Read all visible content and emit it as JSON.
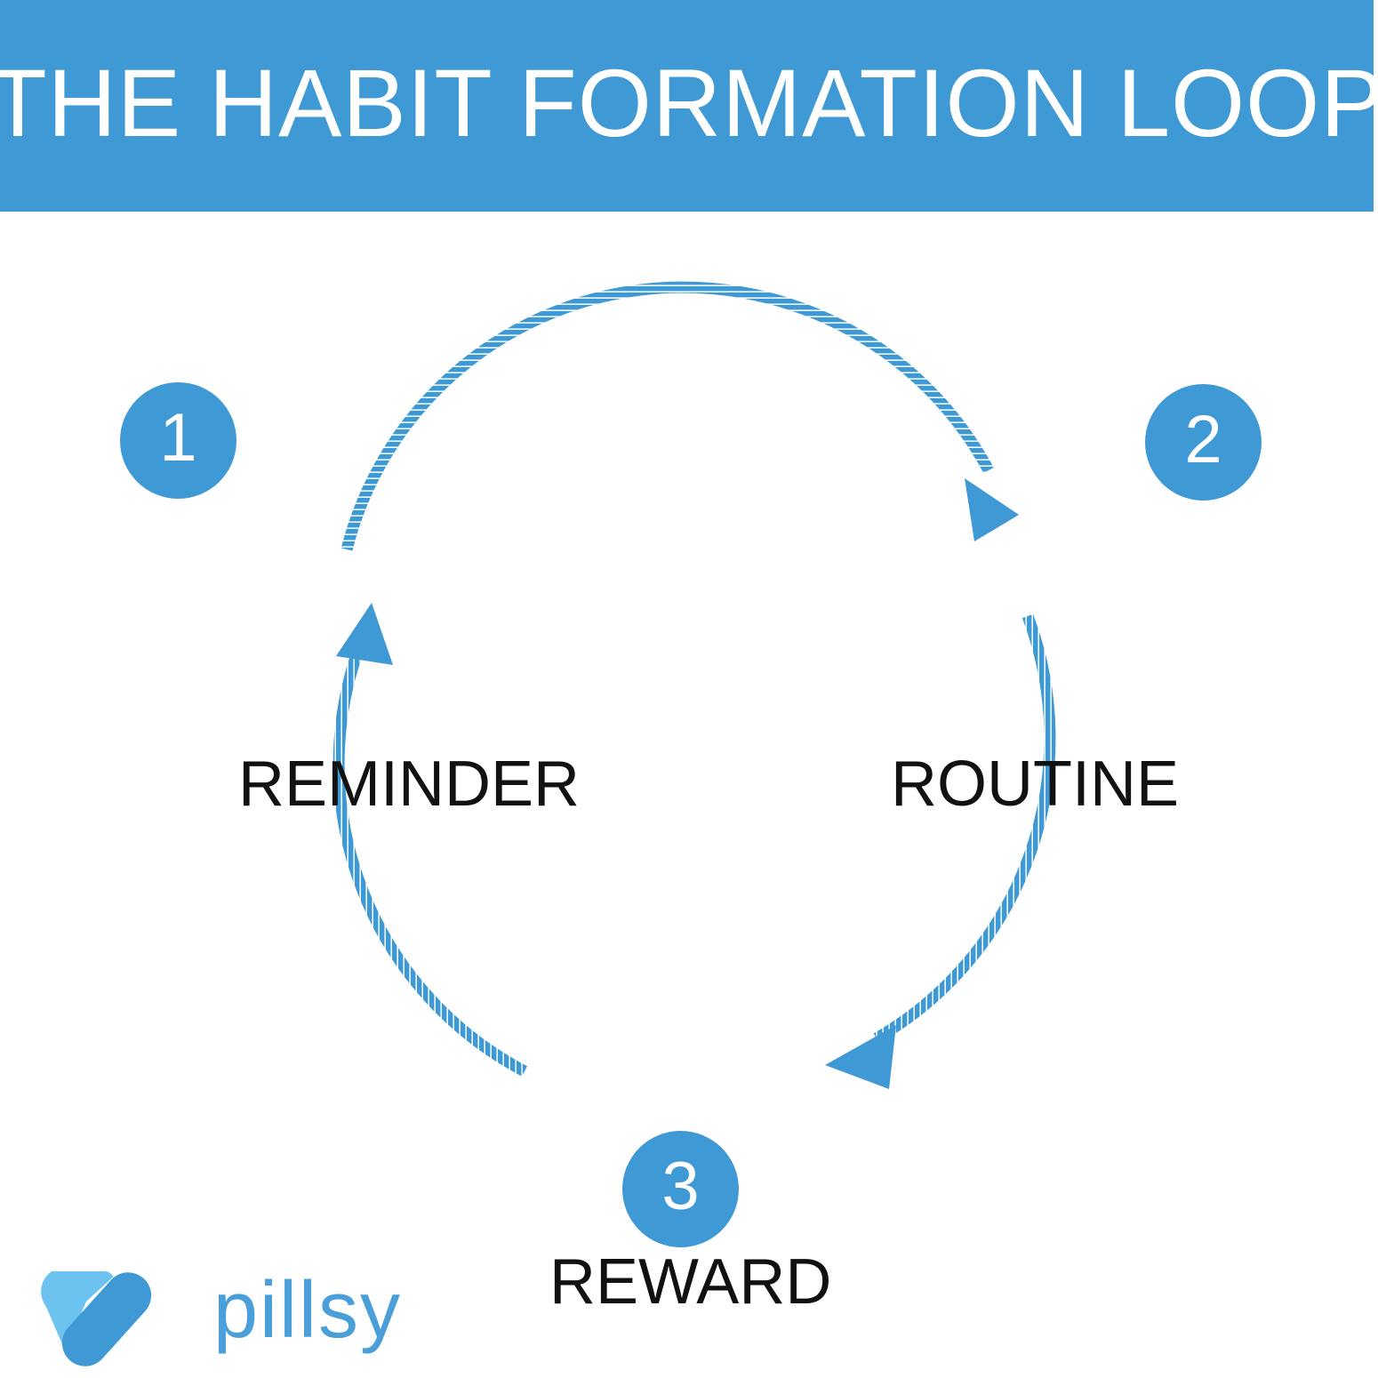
{
  "header": {
    "title": "THE HABIT FORMATION LOOP",
    "background_color": "#3f99d4",
    "text_color": "#ffffff"
  },
  "theme": {
    "accent_blue": "#3f99d4",
    "logo_light_blue": "#6dc3ef",
    "logo_dark_blue": "#3f99d4",
    "wordmark_blue": "#4a9fd8",
    "label_black": "#111111",
    "page_background": "#ffffff"
  },
  "diagram": {
    "type": "cycle",
    "stages": [
      {
        "step": "1",
        "label": "REMINDER"
      },
      {
        "step": "2",
        "label": "ROUTINE"
      },
      {
        "step": "3",
        "label": "REWARD"
      }
    ],
    "arrows": [
      {
        "from": "REMINDER",
        "to": "ROUTINE"
      },
      {
        "from": "ROUTINE",
        "to": "REWARD"
      },
      {
        "from": "REWARD",
        "to": "REMINDER"
      }
    ]
  },
  "brand": {
    "wordmark": "pillsy",
    "logo_icon_name": "pillsy-heart-pill-logo"
  }
}
